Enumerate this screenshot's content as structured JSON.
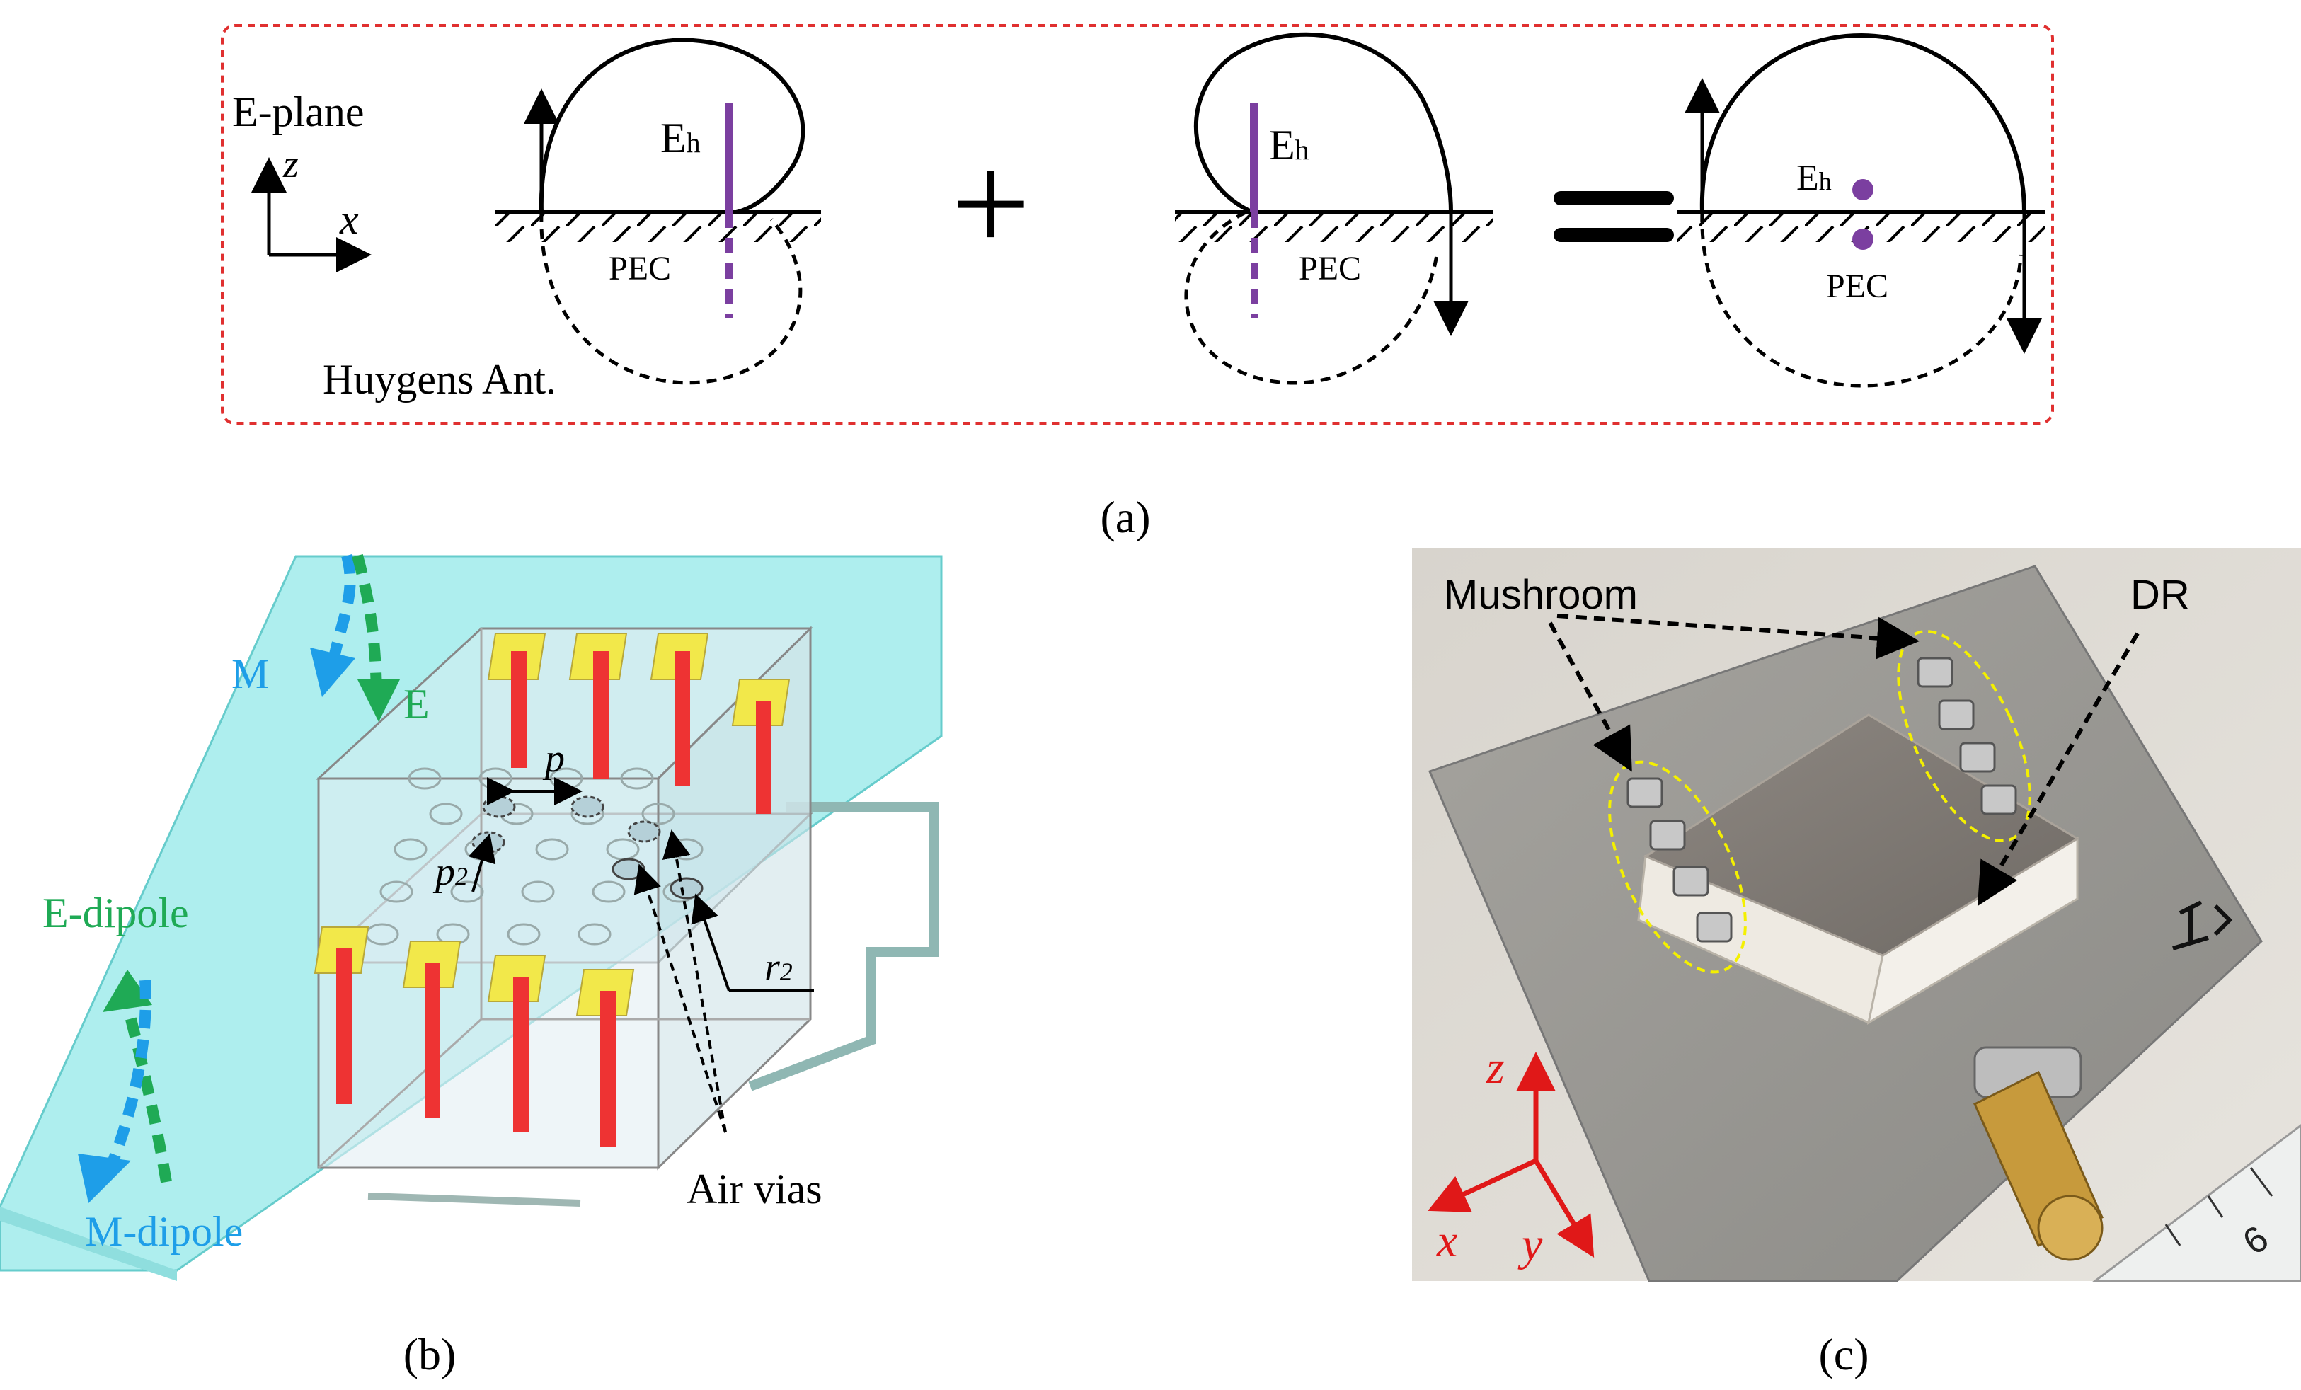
{
  "panel_a": {
    "axis_plane_label": "E-plane",
    "axis_z": "z",
    "axis_x": "x",
    "antenna_label": "Huygens Ant.",
    "field_label_main": "E",
    "field_label_sub": "h",
    "ground_label": "PEC",
    "operator_plus": "+",
    "operator_equals": "=",
    "caption": "(a)"
  },
  "panel_b": {
    "label_m": "M",
    "label_e": "E",
    "label_e_dipole": "E-dipole",
    "label_m_dipole": "M-dipole",
    "label_p": "p",
    "label_p2_main": "p",
    "label_p2_sub": "2",
    "label_r2_main": "r",
    "label_r2_sub": "2",
    "label_air_vias": "Air vias",
    "caption": "(b)"
  },
  "panel_c": {
    "label_mushroom": "Mushroom",
    "label_dr": "DR",
    "axis_z": "z",
    "axis_x": "x",
    "axis_y": "y",
    "ruler_number": "6",
    "caption": "(c)"
  },
  "colors": {
    "frame_dashed": "#e03030",
    "field_purple": "#7b3fa0",
    "substrate_cyan": "#aeeeee",
    "dipole_green": "#1faa55",
    "dipole_blue": "#1e9ee8",
    "via_red": "#ee3333",
    "patch_yellow": "#f2e84a",
    "axis_red": "#e01818",
    "ellipse_yellow": "#f4f000"
  }
}
